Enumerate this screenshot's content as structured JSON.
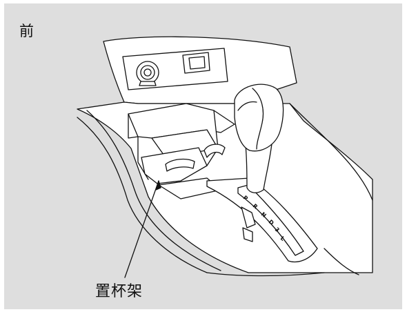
{
  "illustration": {
    "direction_label": "前",
    "callout_label": "置杯架",
    "gear_positions": [
      "P",
      "R",
      "N",
      "D",
      "3",
      "L"
    ],
    "colors": {
      "background": "#dedede",
      "surface": "#ffffff",
      "line": "#111111"
    }
  }
}
